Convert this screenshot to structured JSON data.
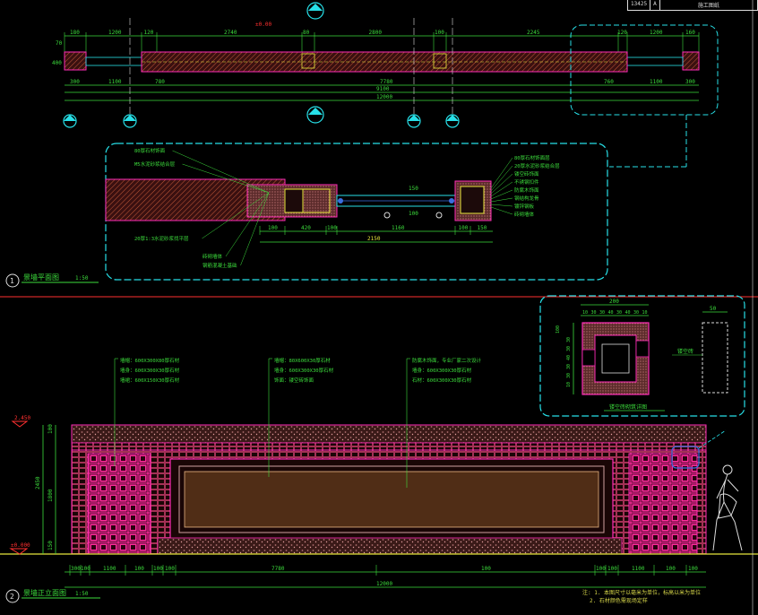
{
  "title_block": {
    "code": "13425",
    "rev": "A",
    "name": "施工图纸"
  },
  "top_plan": {
    "dims_top": [
      "180",
      "1200",
      "120",
      "2740",
      "80",
      "2800",
      "100",
      "2245",
      "120",
      "1200",
      "160"
    ],
    "dims_bottom_row1": [
      "300",
      "1100",
      "780",
      "7780",
      "760",
      "1100",
      "300"
    ],
    "dims_bottom_row2": [
      "9100",
      "12000"
    ],
    "left_dim": "400",
    "left_small": "70",
    "elev_mark": "±0.00"
  },
  "detail1": {
    "label_num": "1",
    "title": "景墙平面图",
    "scale": "1:50",
    "dims": [
      "100",
      "420",
      "100",
      "1160",
      "100",
      "150"
    ],
    "overall": "2150",
    "right_dims": [
      "150",
      "100"
    ],
    "callouts_left": [
      "80厚石材饰面",
      "M5水泥砂浆结合层",
      "20厚1:3水泥砂浆找平层",
      "砖砌墙体",
      "钢筋混凝土基础"
    ],
    "callouts_right": [
      "80厚石材饰面层",
      "20厚水泥砂浆结合层",
      "镂空砖饰面",
      "不锈钢扣件",
      "防腐木饰面",
      "钢结构龙骨",
      "镀锌钢板",
      "砖砌墙体"
    ]
  },
  "elevation": {
    "label_num": "2",
    "title": "景墙正立面图",
    "scale": "1:50",
    "left_dims": [
      "100",
      "2450",
      "1800",
      "150"
    ],
    "elev_top": "2.450",
    "elev_bottom": "±0.000",
    "dims_row1": [
      "300",
      "100",
      "1100",
      "100",
      "100",
      "100",
      "7780",
      "100",
      "100",
      "100",
      "1100",
      "100",
      "100"
    ],
    "dims_row2": [
      "12000"
    ],
    "callout_groups": [
      [
        "墙帽：600X300X80厚石材",
        "墙身：600X300X30厚石材",
        "墙裙：600X150X30厚石材"
      ],
      [
        "墙帽：80X600X30厚石材",
        "墙身：600X300X30厚石材",
        "饰面：镂空砖饰面"
      ],
      [
        "防腐木饰面，专业厂家二次设计",
        "墙身：600X300X30厚石材",
        "石材：600X300X30厚石材"
      ]
    ]
  },
  "detail_box": {
    "top_dim": "200",
    "sub_dims": [
      "10",
      "30",
      "30",
      "40",
      "30",
      "40",
      "30",
      "10"
    ],
    "left_dims": [
      "100",
      "30",
      "30",
      "40",
      "30",
      "30",
      "10"
    ],
    "side_label": "镂空砖",
    "caption": "镂空砖砌筑详图",
    "side_dim": "50"
  },
  "notes": [
    "注: 1. 本图尺寸以毫米为单位，标高以米为单位",
    "2. 石材颜色需现场定样"
  ],
  "colors": {
    "cyan": "#27e0e8",
    "green": "#3cdc3c",
    "magenta": "#ff2bb8",
    "red": "#ff3030",
    "yellow": "#e6e63c",
    "hatch": "#b04a4a",
    "stone": "#c87878"
  }
}
